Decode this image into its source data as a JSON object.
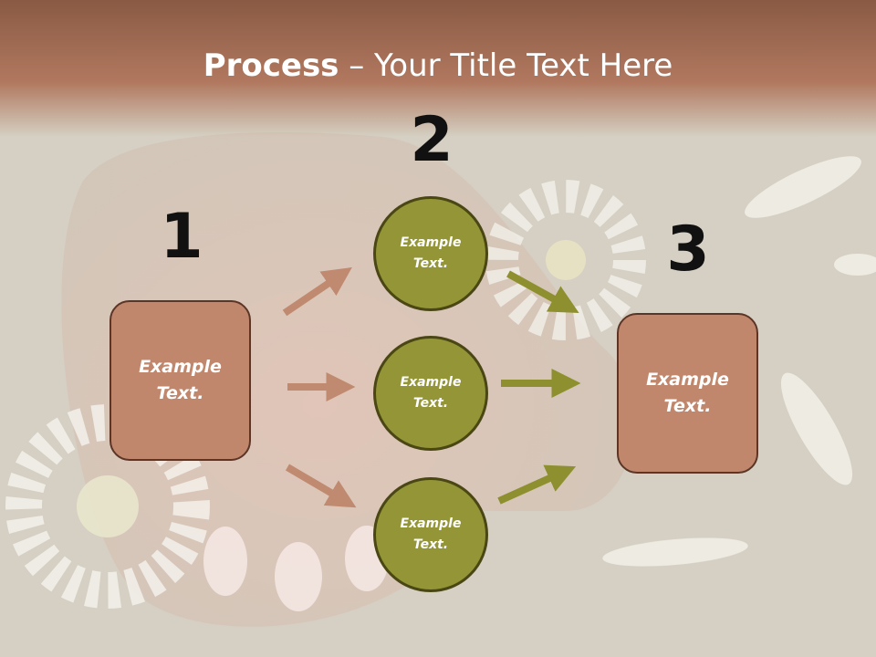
{
  "title": {
    "bold": "Process",
    "rest": " – Your Title Text Here"
  },
  "numbers": [
    "1",
    "2",
    "3"
  ],
  "box_left": {
    "label": "Example\nText."
  },
  "box_right": {
    "label": "Example\nText."
  },
  "circles": [
    {
      "label": "Example\nText."
    },
    {
      "label": "Example\nText."
    },
    {
      "label": "Example\nText."
    }
  ],
  "colors": {
    "box_fill": "#c0876c",
    "circle_fill": "#939536",
    "arrow_left": "#c08a70",
    "arrow_right": "#8e9030"
  }
}
